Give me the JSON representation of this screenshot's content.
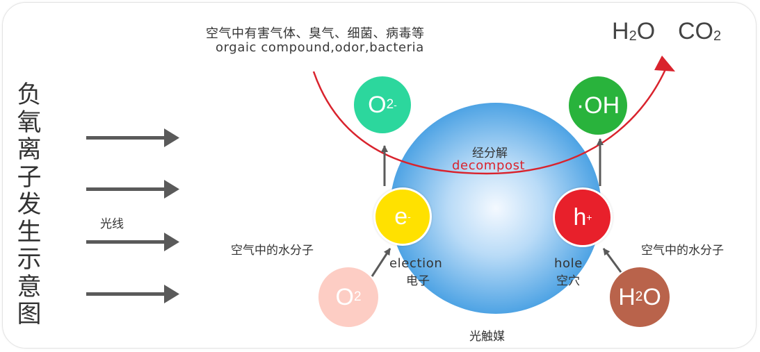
{
  "title": "负氧离子发生示意图",
  "pollutants": {
    "cn": "空气中有害气体、臭气、细菌、病毒等",
    "en": "orgaic compound,odor,bacteria"
  },
  "products": {
    "h2o": {
      "main": "H",
      "sub": "2",
      "rest": "O"
    },
    "co2": {
      "main": "CO",
      "sub": "2"
    }
  },
  "light_label": "光线",
  "water_left": "空气中的水分子",
  "water_right": "空气中的水分子",
  "catalyst_label": "光触媒",
  "decompose": {
    "cn": "经分解",
    "en": "decompost"
  },
  "electron": {
    "en": "election",
    "cn": "电子",
    "symbol": "e",
    "sup": "-"
  },
  "hole": {
    "en": "hole",
    "cn": "空穴",
    "symbol": "h",
    "sup": "+"
  },
  "superoxide": {
    "main": "O",
    "sub": "2",
    "sup": "-"
  },
  "hydroxyl": {
    "text": "·OH"
  },
  "oxygen": {
    "main": "O",
    "sub": "2"
  },
  "water_molecule": {
    "main": "H",
    "sub": "2",
    "rest": "O"
  },
  "colors": {
    "arrow_gray": "#5a5a5a",
    "curve_red": "#d9232d",
    "electron": "#ffe100",
    "hole": "#e8202b",
    "superoxide": "#2cd79d",
    "hydroxyl": "#29b33c",
    "oxygen": "#fdcdc4",
    "water": "#b9634b",
    "sphere_edge": "#4ea3e4"
  }
}
